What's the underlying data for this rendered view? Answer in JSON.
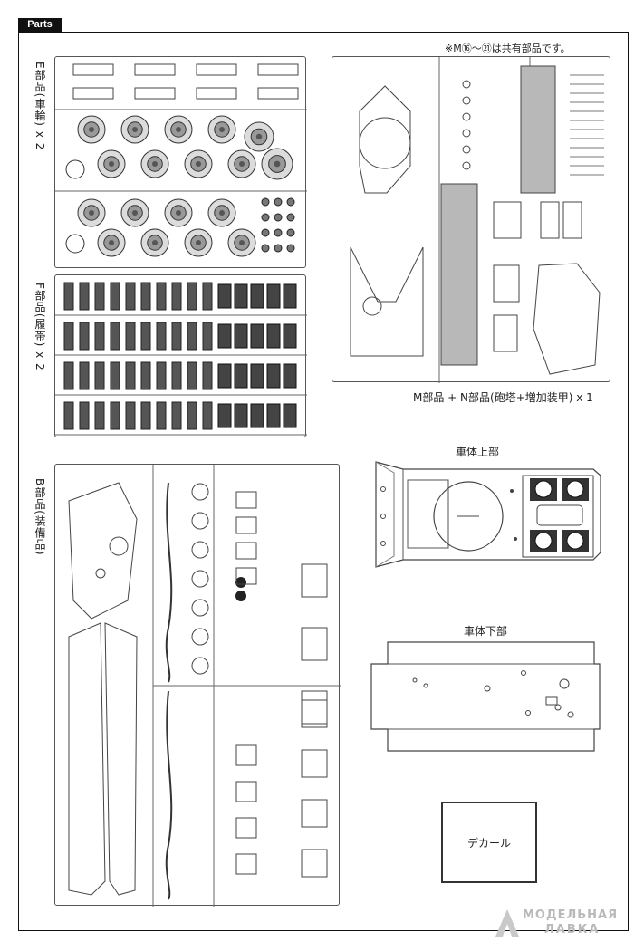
{
  "header": {
    "tag": "Parts"
  },
  "note": "※M⑯～㉑は共有部品です。",
  "sprues": {
    "e_label": "E部品(車輪) x 2",
    "f_label": "F部品(履帯) x 2",
    "mn_caption": "M部品 + N部品(砲塔+増加装甲) x 1",
    "b_label": "B部品(装備品)"
  },
  "hull": {
    "upper": "車体上部",
    "lower": "車体下部"
  },
  "decal": {
    "label": "デカール"
  },
  "watermark": {
    "line1": "МОДЕЛЬНАЯ",
    "line2": "ЛАВКА",
    "logo_icon": "model-shop-logo"
  }
}
